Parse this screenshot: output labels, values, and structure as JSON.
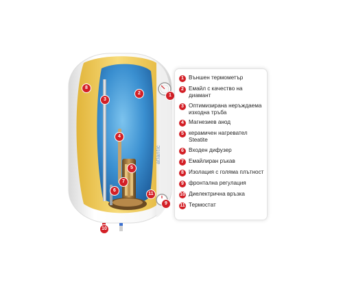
{
  "brand": "atlantic",
  "legend": [
    {
      "num": "1",
      "text": "Външен термометър"
    },
    {
      "num": "2",
      "text": "Емайл с качество на диамант"
    },
    {
      "num": "3",
      "text": "Оптимизирана неръждаема изходна тръба"
    },
    {
      "num": "4",
      "text": "Магнезиев анод"
    },
    {
      "num": "5",
      "text": "керамичен нагревател Steatite"
    },
    {
      "num": "6",
      "text": "Входен дифузер"
    },
    {
      "num": "7",
      "text": "Емайлиран ръкав"
    },
    {
      "num": "8",
      "text": "Изолация с голяма плътност"
    },
    {
      "num": "9",
      "text": "фронтална регулация"
    },
    {
      "num": "10",
      "text": "Диелектрична връзка"
    },
    {
      "num": "11",
      "text": "Термостат"
    }
  ],
  "colors": {
    "marker": "#d31f26",
    "tank_blue": "#3a8fd0",
    "insulation": "#f2cf5c",
    "casing": "#f4f4f4"
  }
}
